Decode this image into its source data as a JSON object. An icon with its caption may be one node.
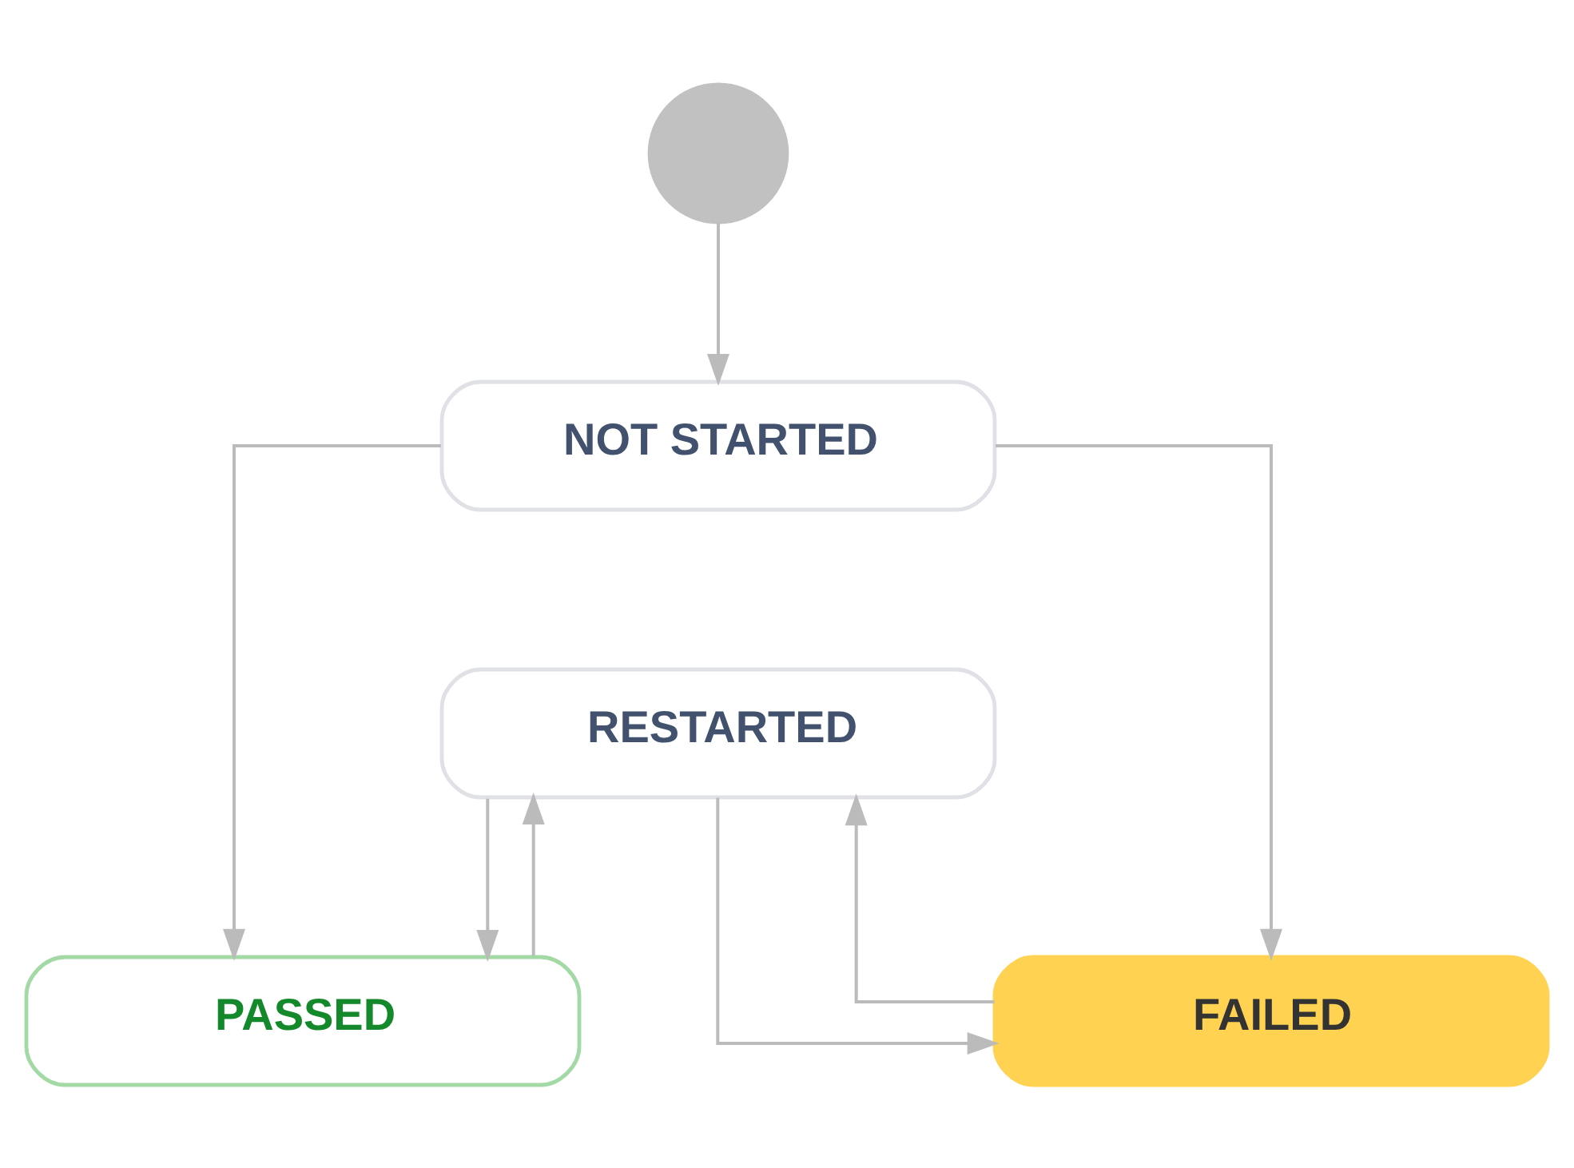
{
  "diagram": {
    "nodes": [
      {
        "text": [],
        "shape": "circle"
      },
      {
        "text": [
          "NOT STARTED"
        ]
      },
      {
        "text": [
          "RESTARTED"
        ]
      },
      {
        "text": [
          "PASSED"
        ]
      },
      {
        "text": [
          "FAILED"
        ]
      }
    ],
    "edges": [
      {
        "from": 0,
        "to": 1,
        "arrow": "to"
      },
      {
        "from": 1,
        "to": 3,
        "arrow": "to"
      },
      {
        "from": 1,
        "to": 4,
        "arrow": "to"
      },
      {
        "from": 2,
        "to": 3,
        "arrow": "to"
      },
      {
        "from": 2,
        "to": 4,
        "arrow": "to"
      },
      {
        "from": 3,
        "to": 2,
        "arrow": "to"
      },
      {
        "from": 4,
        "to": 2,
        "arrow": "to"
      }
    ]
  }
}
